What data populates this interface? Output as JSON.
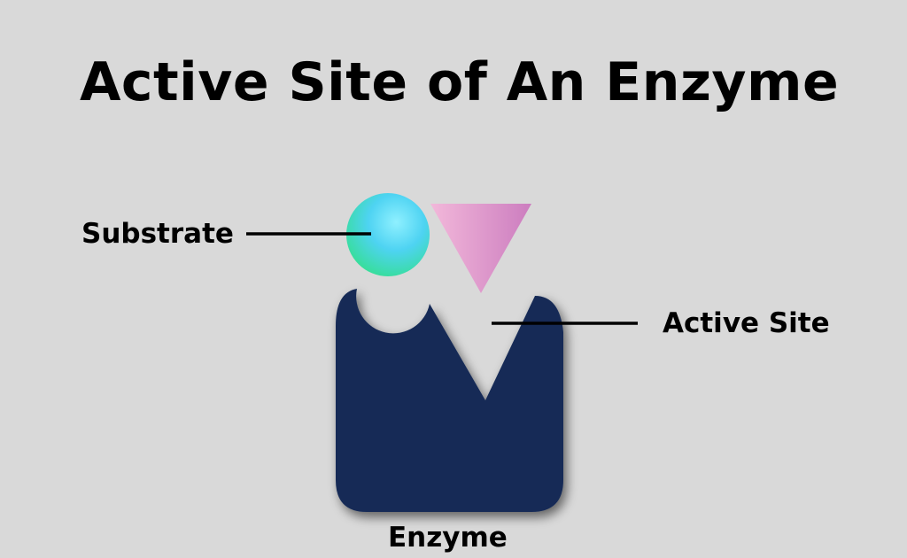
{
  "title": "Active Site of An Enzyme",
  "labels": {
    "substrate": "Substrate",
    "active_site": "Active Site",
    "enzyme": "Enzyme"
  },
  "colors": {
    "background": "#d9d9d9",
    "enzyme": "#152b57",
    "text": "#000000",
    "substrate_gradient": [
      "#3ee0a0",
      "#5fd8ff"
    ],
    "triangle_gradient": [
      "#f0b3d8",
      "#cf7fc0"
    ]
  }
}
